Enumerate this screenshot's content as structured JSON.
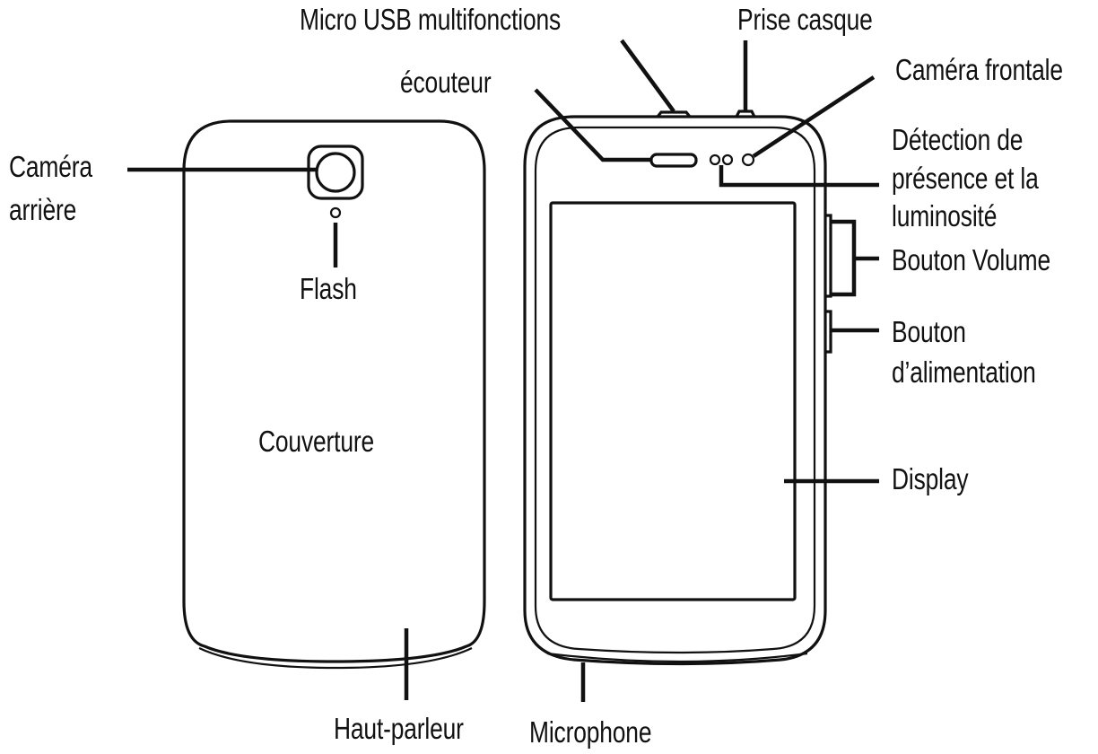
{
  "labels": {
    "micro_usb": "Micro USB multifonctions",
    "headphone_jack": "Prise casque",
    "front_camera": "Caméra frontale",
    "earpiece": "écouteur",
    "rear_camera_line1": "Caméra",
    "rear_camera_line2": "arrière",
    "sensor_line1": "Détection de",
    "sensor_line2": "présence et la",
    "sensor_line3": "luminosité",
    "volume_button": "Bouton Volume",
    "power_button_line1": "Bouton",
    "power_button_line2": "d’alimentation",
    "flash": "Flash",
    "cover": "Couverture",
    "display": "Display",
    "loudspeaker": "Haut-parleur",
    "microphone": "Microphone"
  }
}
